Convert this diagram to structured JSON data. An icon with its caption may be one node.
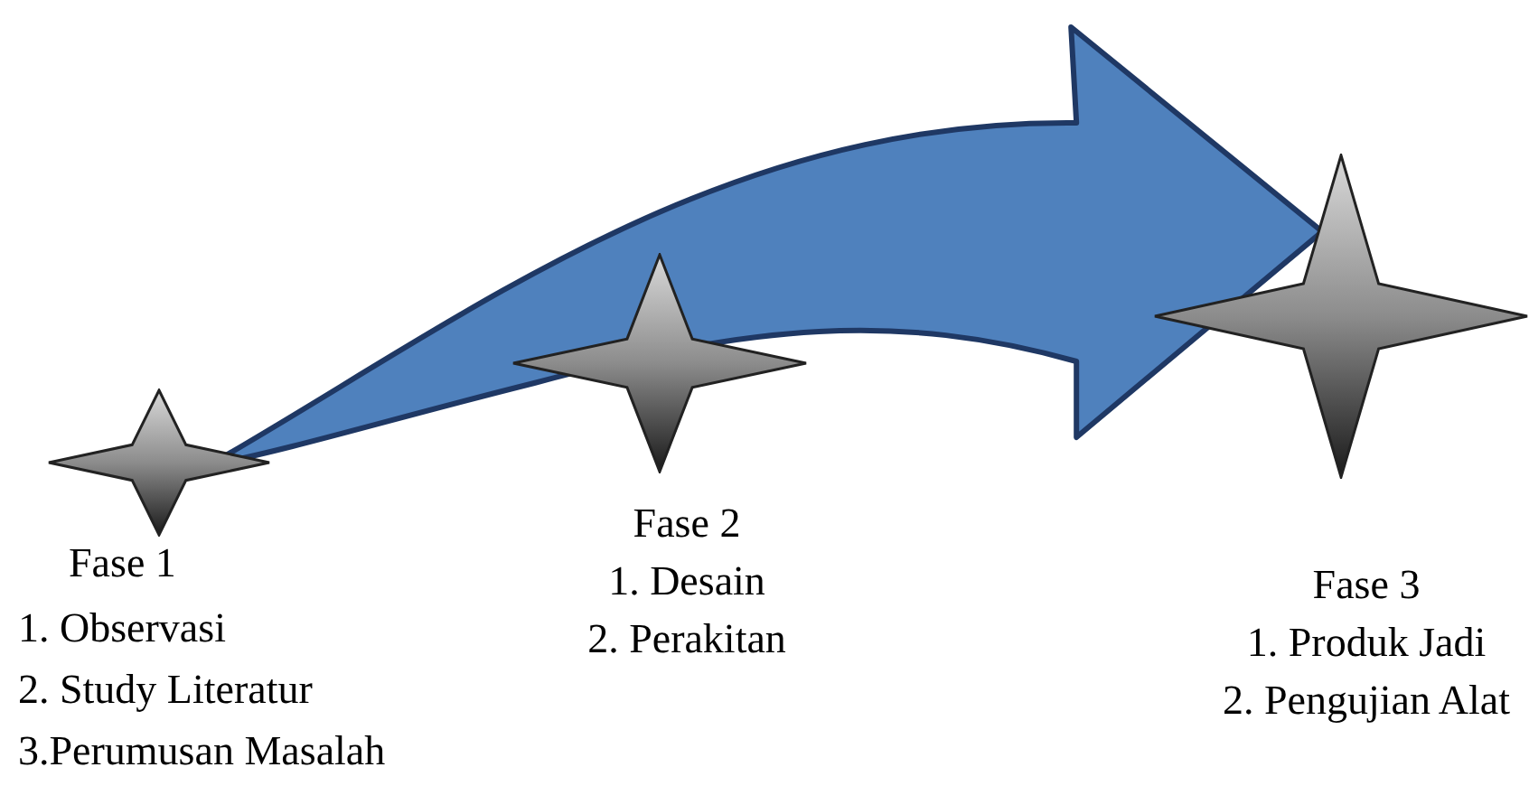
{
  "diagram": {
    "nodes": [
      {
        "text": [],
        "shape": "star",
        "beside": [
          "Fase 1",
          "1. Observasi",
          "2. Study Literatur",
          "3.Perumusan Masalah"
        ]
      },
      {
        "text": [],
        "shape": "star",
        "beside": [
          "Fase 2",
          "1. Desain",
          "2. Perakitan"
        ]
      },
      {
        "text": [],
        "shape": "star",
        "beside": [
          "Fase 3",
          "1. Produk Jadi",
          "2. Pengujian Alat"
        ]
      }
    ],
    "edges": [
      {
        "from": 0,
        "to": 2,
        "arrow": "to"
      }
    ]
  }
}
